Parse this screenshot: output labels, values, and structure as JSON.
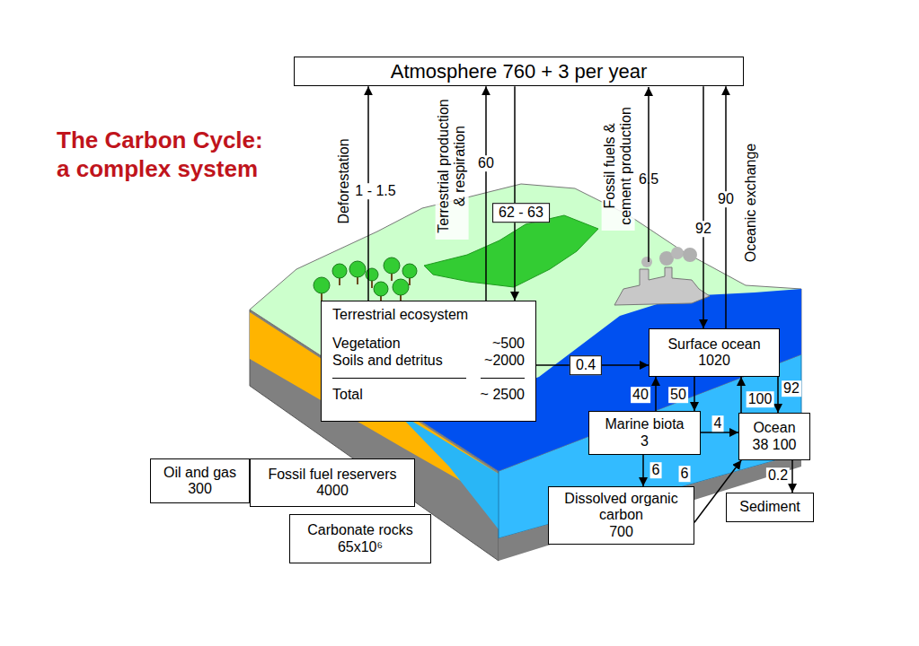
{
  "diagram": {
    "title": "The Carbon Cycle: a complex system",
    "nodes": [
      {
        "text": [
          "Atmosphere 760 + 3 per year"
        ]
      },
      {
        "text": [
          "Terrestrial ecosystem",
          "Vegetation",
          "~500",
          "Soils and detritus",
          "~2000",
          "Total",
          "~ 2500"
        ]
      },
      {
        "text": [
          "Surface ocean",
          "1020"
        ]
      },
      {
        "text": [
          "Marine biota",
          "3"
        ]
      },
      {
        "text": [
          "Ocean",
          "38 100"
        ]
      },
      {
        "text": [
          "Oil and gas",
          "300"
        ]
      },
      {
        "text": [
          "Fossil fuel reservers",
          "4000"
        ]
      },
      {
        "text": [
          "Dissolved organic carbon",
          "700"
        ]
      },
      {
        "text": [
          "Sediment"
        ]
      },
      {
        "text": [
          "Carbonate rocks",
          "65x10⁶"
        ]
      }
    ],
    "edges": [
      {
        "from": 1,
        "to": 0,
        "arrow": "to",
        "label": "1 - 1.5"
      },
      {
        "from": 1,
        "to": 0,
        "arrow": "to",
        "label": "60"
      },
      {
        "from": 0,
        "to": 1,
        "arrow": "to",
        "label": "62 - 63"
      },
      {
        "from": 0,
        "to": 2,
        "arrow": "to",
        "label": "92"
      },
      {
        "from": 2,
        "to": 0,
        "arrow": "to",
        "label": "90"
      },
      {
        "from": 1,
        "to": 2,
        "arrow": "to",
        "label": "0.4"
      },
      {
        "from": 3,
        "to": 2,
        "arrow": "to",
        "label": "40"
      },
      {
        "from": 2,
        "to": 3,
        "arrow": "to",
        "label": "50"
      },
      {
        "from": 3,
        "to": 4,
        "arrow": "to",
        "label": "4"
      },
      {
        "from": 4,
        "to": 2,
        "arrow": "to",
        "label": "100"
      },
      {
        "from": 2,
        "to": 4,
        "arrow": "to",
        "label": "92"
      },
      {
        "from": 3,
        "to": 7,
        "arrow": "to",
        "label": "6"
      },
      {
        "from": 7,
        "to": 4,
        "arrow": "to",
        "label": "6"
      },
      {
        "from": 4,
        "to": 8,
        "arrow": "to",
        "label": "0.2"
      }
    ],
    "labels": [
      "Deforestation",
      "Terrestrial production & respiration",
      "Fossil fuels & cement production",
      "6.5",
      "Oceanic exchange"
    ]
  }
}
